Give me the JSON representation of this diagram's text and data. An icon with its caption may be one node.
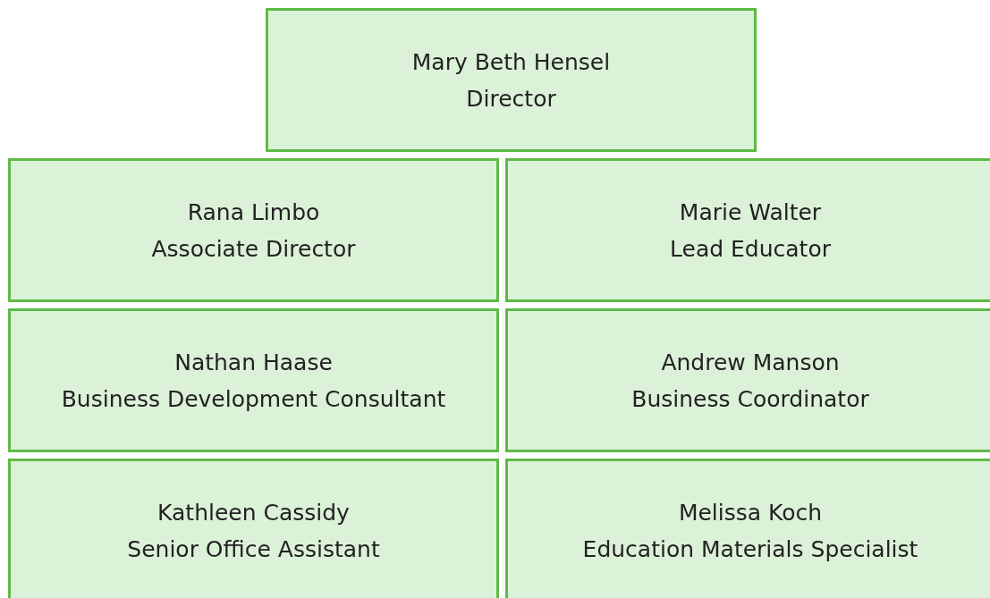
{
  "diagram": {
    "nodes": [
      {
        "text": [
          "Mary Beth Hensel",
          "Director"
        ]
      },
      {
        "text": [
          "Rana Limbo",
          "Associate Director"
        ]
      },
      {
        "text": [
          "Marie Walter",
          "Lead Educator"
        ]
      },
      {
        "text": [
          "Nathan Haase",
          "Business Development Consultant"
        ]
      },
      {
        "text": [
          "Andrew Manson",
          "Business Coordinator"
        ]
      },
      {
        "text": [
          "Kathleen Cassidy",
          "Senior Office Assistant"
        ]
      },
      {
        "text": [
          "Melissa Koch",
          "Education Materials Specialist"
        ]
      }
    ]
  }
}
